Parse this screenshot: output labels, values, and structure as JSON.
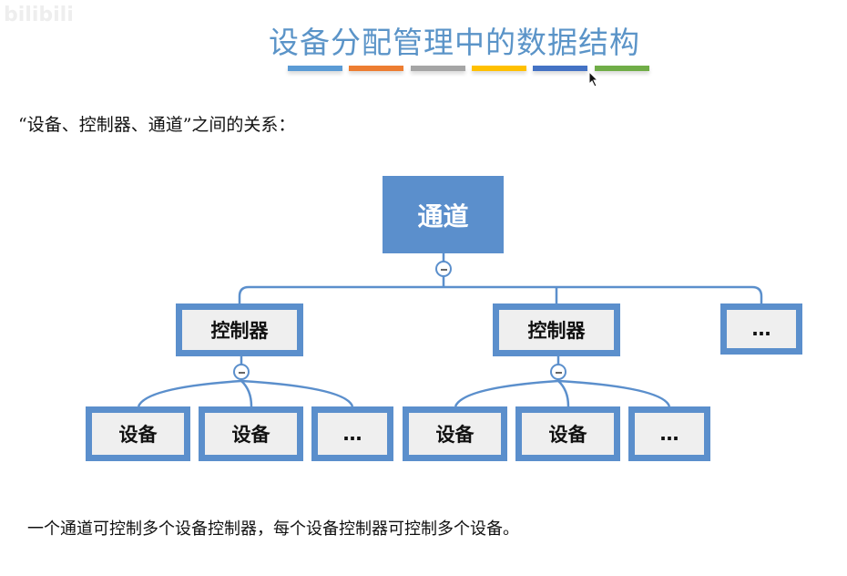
{
  "watermark": "bilibili",
  "title": "设备分配管理中的数据结构",
  "title_bar_colors": [
    "#5b9bd5",
    "#ed7d31",
    "#a5a5a5",
    "#ffc000",
    "#4472c4",
    "#70ad47"
  ],
  "subtitle": "“设备、控制器、通道”之间的关系：",
  "tree": {
    "root": "通道",
    "controllers": [
      "控制器",
      "控制器",
      "…"
    ],
    "devices": [
      "设备",
      "设备",
      "…",
      "设备",
      "设备",
      "…"
    ]
  },
  "footer": "一个通道可控制多个设备控制器，每个设备控制器可控制多个设备。"
}
